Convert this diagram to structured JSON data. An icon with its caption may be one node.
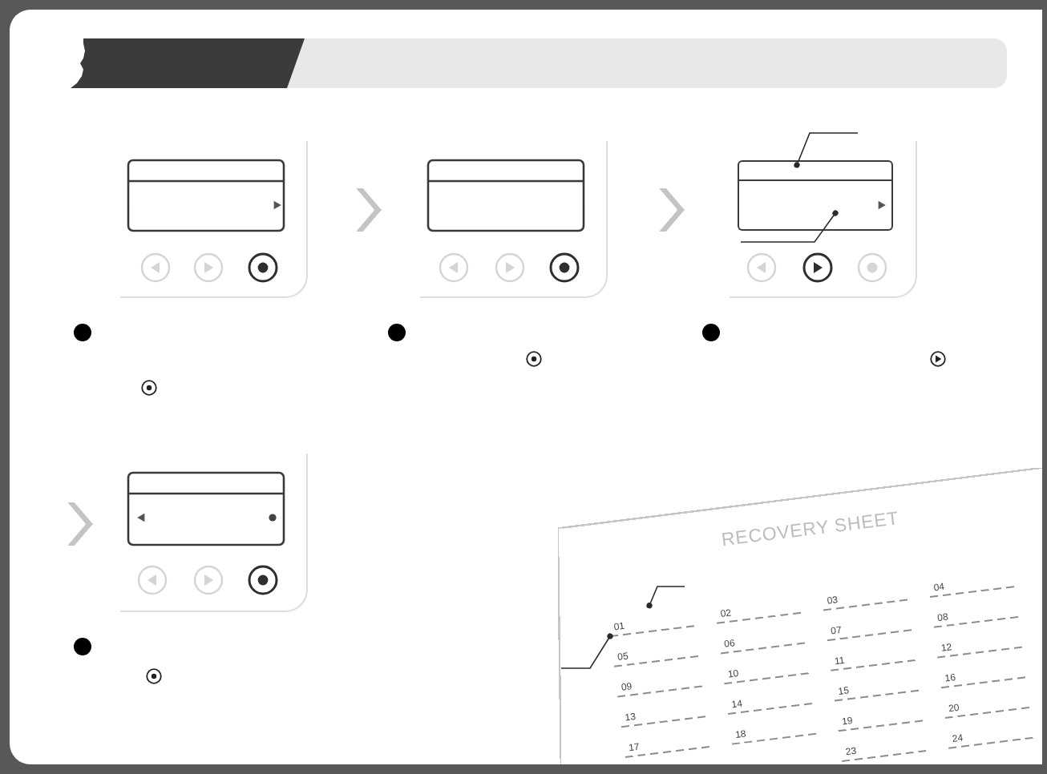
{
  "diagram": {
    "nodes": [
      {
        "text": [],
        "shape": "bar"
      },
      {
        "text": [],
        "shape": "picture"
      },
      {
        "text": [],
        "shape": "picture"
      },
      {
        "text": [],
        "shape": "picture"
      },
      {
        "text": [],
        "shape": "box",
        "in": 3
      },
      {
        "text": [],
        "shape": "box",
        "in": 3
      },
      {
        "text": [],
        "shape": "picture"
      },
      {
        "text": [
          "RECOVERY SHEET"
        ]
      },
      {
        "text": [
          "01"
        ],
        "in": 7
      },
      {
        "text": [
          "02"
        ],
        "in": 7
      },
      {
        "text": [
          "03"
        ],
        "in": 7
      },
      {
        "text": [
          "04"
        ],
        "in": 7
      },
      {
        "text": [
          "05"
        ],
        "in": 7
      },
      {
        "text": [
          "06"
        ],
        "in": 7
      },
      {
        "text": [
          "07"
        ],
        "in": 7
      },
      {
        "text": [
          "08"
        ],
        "in": 7
      },
      {
        "text": [
          "09"
        ],
        "in": 7
      },
      {
        "text": [
          "10"
        ],
        "in": 7
      },
      {
        "text": [
          "11"
        ],
        "in": 7
      },
      {
        "text": [
          "12"
        ],
        "in": 7
      },
      {
        "text": [
          "13"
        ],
        "in": 7
      },
      {
        "text": [
          "14"
        ],
        "in": 7
      },
      {
        "text": [
          "15"
        ],
        "in": 7
      },
      {
        "text": [
          "16"
        ],
        "in": 7
      },
      {
        "text": [
          "17"
        ],
        "in": 7
      },
      {
        "text": [
          "18"
        ],
        "in": 7
      },
      {
        "text": [
          "19"
        ],
        "in": 7
      },
      {
        "text": [
          "20"
        ],
        "in": 7
      },
      {
        "text": [
          "23"
        ],
        "in": 7
      },
      {
        "text": [
          "24"
        ],
        "in": 7
      }
    ],
    "edges": [
      {
        "from": 1,
        "to": 2,
        "arrow": "to",
        "color": "#c4c4c4"
      },
      {
        "from": 2,
        "to": 3,
        "arrow": "to",
        "color": "#c4c4c4"
      },
      {
        "from": null,
        "to": 6,
        "arrow": "to",
        "color": "#c4c4c4"
      },
      {
        "from": null,
        "to": 4,
        "arrow": "other"
      },
      {
        "from": null,
        "to": 5,
        "arrow": "other"
      },
      {
        "from": null,
        "to": 8,
        "arrow": "other"
      },
      {
        "from": null,
        "to": 8,
        "arrow": "other"
      }
    ]
  }
}
